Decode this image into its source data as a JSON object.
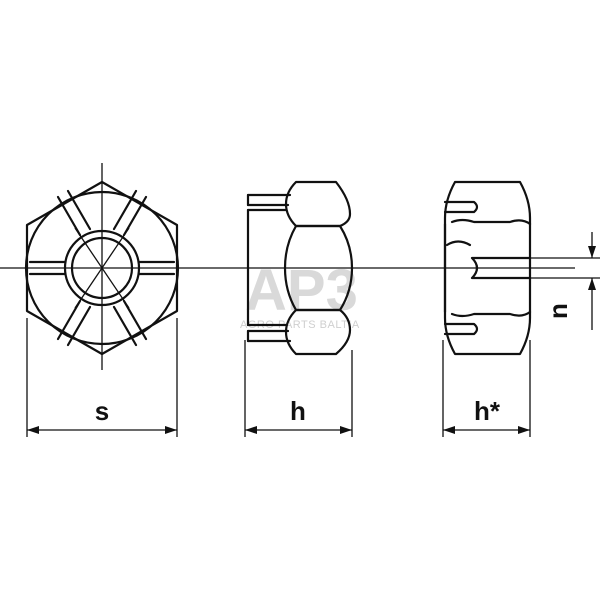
{
  "labels": {
    "s": "s",
    "h": "h",
    "h_star": "h*",
    "n": "n"
  },
  "watermark": {
    "logo": "AP3",
    "subtitle": "AGRO PARTS BALTIA"
  }
}
